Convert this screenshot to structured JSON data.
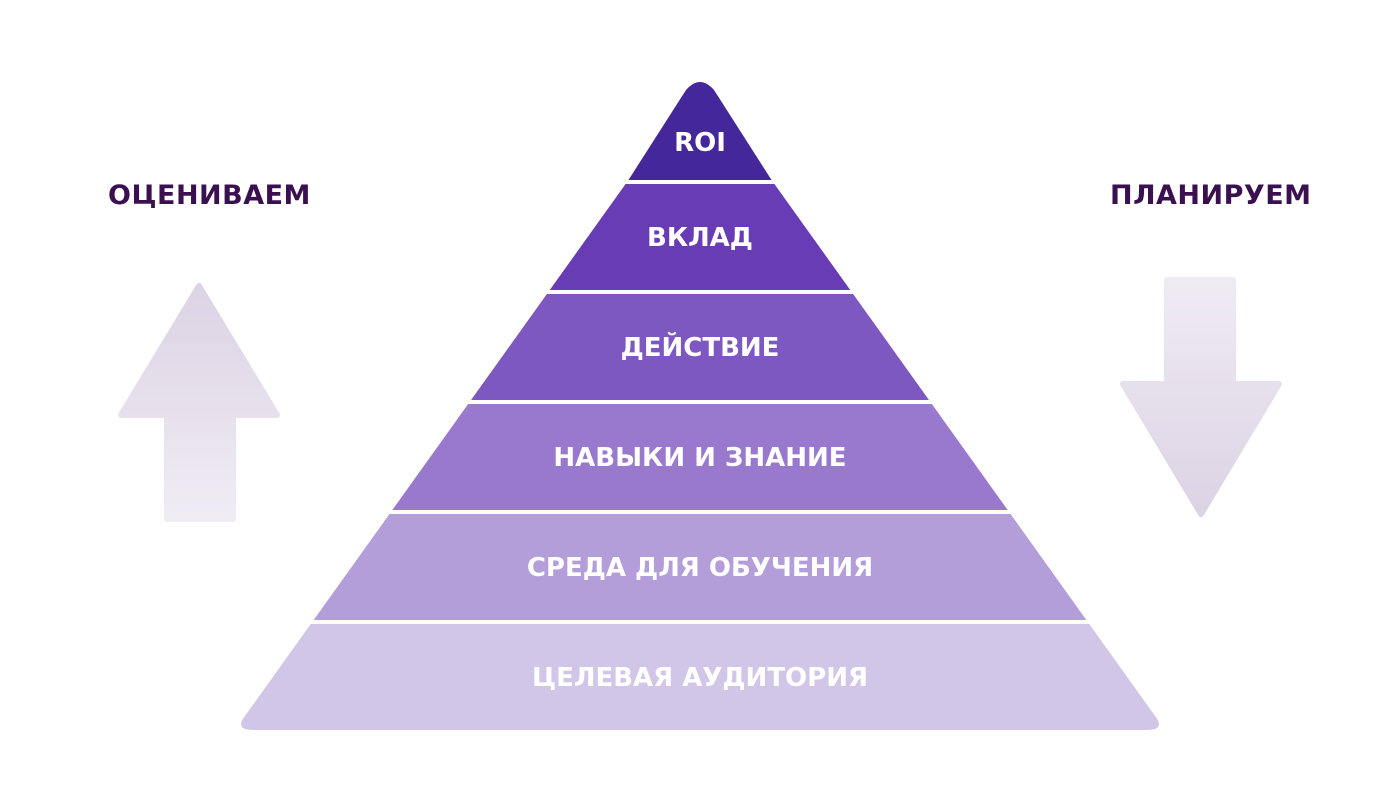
{
  "left_label": "ОЦЕНИВАЕМ",
  "right_label": "ПЛАНИРУЕМ",
  "left_arrow_icon": "arrow-up-icon",
  "right_arrow_icon": "arrow-down-icon",
  "levels": [
    {
      "label": "ROI",
      "color": "#44279b"
    },
    {
      "label": "ВКЛАД",
      "color": "#683cb4"
    },
    {
      "label": "ДЕЙСТВИЕ",
      "color": "#7e58c1"
    },
    {
      "label": "НАВЫКИ И ЗНАНИЕ",
      "color": "#9879cd"
    },
    {
      "label": "СРЕДА ДЛЯ ОБУЧЕНИЯ",
      "color": "#b39ed9"
    },
    {
      "label": "ЦЕЛЕВАЯ АУДИТОРИЯ",
      "color": "#d2c6e8"
    }
  ]
}
